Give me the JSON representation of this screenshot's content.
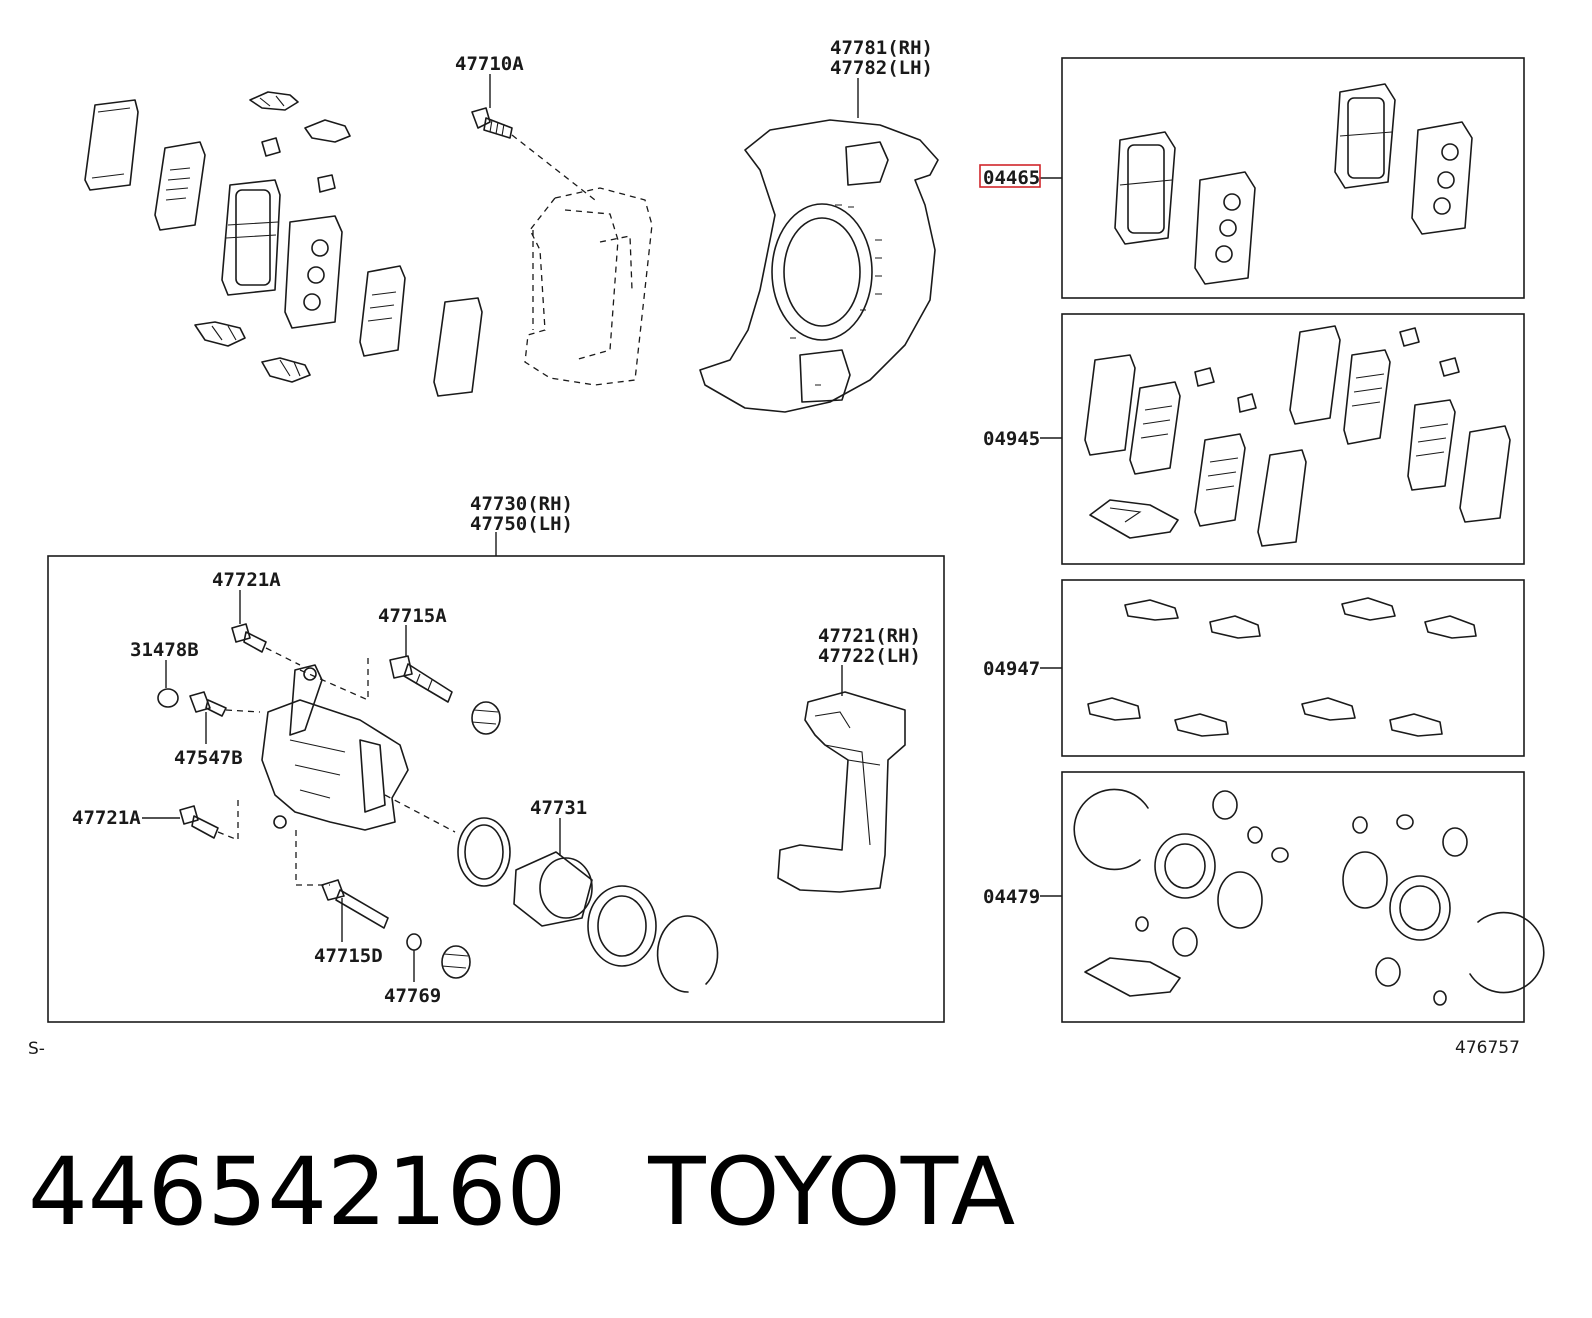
{
  "labels": {
    "p47710a": "47710A",
    "p47781": "47781(RH)",
    "p47782": "47782(LH)",
    "p04465": "04465",
    "p04945": "04945",
    "p04947": "04947",
    "p04479": "04479",
    "p47730": "47730(RH)",
    "p47750": "47750(LH)",
    "p47721a_top": "47721A",
    "p47715a": "47715A",
    "p31478b": "31478B",
    "p47547b": "47547B",
    "p47721a_bot": "47721A",
    "p47731": "47731",
    "p47715d": "47715D",
    "p47769": "47769",
    "p47721": "47721(RH)",
    "p47722": "47722(LH)"
  },
  "corner": {
    "left": "S-",
    "right": "476757"
  },
  "caption": {
    "part_number": "446542160",
    "brand": "TOYOTA"
  },
  "colors": {
    "highlight": "#d0262b",
    "ink": "#1a1a1a"
  }
}
